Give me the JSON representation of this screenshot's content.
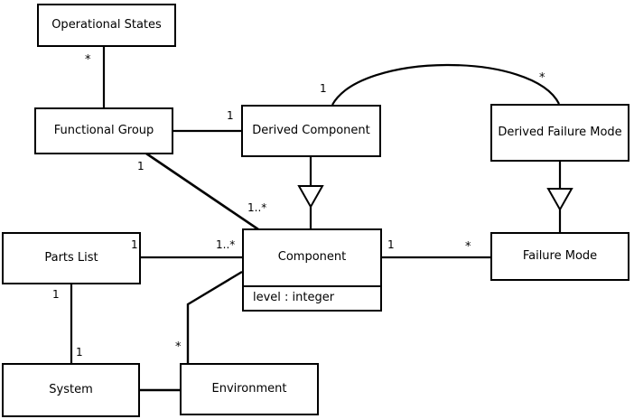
{
  "diagram": {
    "title": "UML Class Diagram",
    "type": "uml-class-diagram",
    "background": "#ffffff",
    "line_color": "#000000",
    "classes": [
      {
        "id": "operational-states",
        "name": "Operational States",
        "attributes": []
      },
      {
        "id": "functional-group",
        "name": "Functional Group",
        "attributes": []
      },
      {
        "id": "derived-component",
        "name": "Derived Component",
        "attributes": []
      },
      {
        "id": "derived-failure-mode",
        "name": "Derived Failure Mode",
        "attributes": []
      },
      {
        "id": "parts-list",
        "name": "Parts List",
        "attributes": []
      },
      {
        "id": "component",
        "name": "Component",
        "attributes": [
          "level : integer"
        ]
      },
      {
        "id": "failure-mode",
        "name": "Failure Mode",
        "attributes": []
      },
      {
        "id": "system",
        "name": "System",
        "attributes": []
      },
      {
        "id": "environment",
        "name": "Environment",
        "attributes": []
      }
    ],
    "relationships": [
      {
        "from": "operational-states",
        "to": "functional-group",
        "kind": "association",
        "from_multiplicity": "*",
        "to_multiplicity": ""
      },
      {
        "from": "functional-group",
        "to": "derived-component",
        "kind": "association",
        "from_multiplicity": "",
        "to_multiplicity": "1"
      },
      {
        "from": "functional-group",
        "to": "component",
        "kind": "association",
        "from_multiplicity": "1",
        "to_multiplicity": "1..*"
      },
      {
        "from": "derived-component",
        "to": "derived-failure-mode",
        "kind": "association",
        "from_multiplicity": "1",
        "to_multiplicity": "*"
      },
      {
        "from": "derived-component",
        "to": "component",
        "kind": "generalization",
        "from_multiplicity": "",
        "to_multiplicity": ""
      },
      {
        "from": "derived-failure-mode",
        "to": "failure-mode",
        "kind": "generalization",
        "from_multiplicity": "",
        "to_multiplicity": ""
      },
      {
        "from": "parts-list",
        "to": "component",
        "kind": "association",
        "from_multiplicity": "1",
        "to_multiplicity": "1..*"
      },
      {
        "from": "component",
        "to": "failure-mode",
        "kind": "association",
        "from_multiplicity": "1",
        "to_multiplicity": "*"
      },
      {
        "from": "parts-list",
        "to": "system",
        "kind": "association",
        "from_multiplicity": "1",
        "to_multiplicity": "1"
      },
      {
        "from": "component",
        "to": "environment",
        "kind": "association",
        "from_multiplicity": "*",
        "to_multiplicity": ""
      },
      {
        "from": "system",
        "to": "environment",
        "kind": "association",
        "from_multiplicity": "",
        "to_multiplicity": ""
      }
    ],
    "multiplicity_labels": [
      {
        "id": "m-opstates-fg",
        "text": "*"
      },
      {
        "id": "m-fg-dc",
        "text": "1"
      },
      {
        "id": "m-dc-arc",
        "text": "1"
      },
      {
        "id": "m-dfm-arc",
        "text": "*"
      },
      {
        "id": "m-fg-comp-near",
        "text": "1"
      },
      {
        "id": "m-fg-comp-far",
        "text": "1..*"
      },
      {
        "id": "m-partslist-comp-a",
        "text": "1"
      },
      {
        "id": "m-partslist-comp-b",
        "text": "1..*"
      },
      {
        "id": "m-comp-fm",
        "text": "1"
      },
      {
        "id": "m-fm-comp",
        "text": "*"
      },
      {
        "id": "m-partslist-sys-a",
        "text": "1"
      },
      {
        "id": "m-partslist-sys-b",
        "text": "1"
      },
      {
        "id": "m-comp-env",
        "text": "*"
      }
    ]
  }
}
